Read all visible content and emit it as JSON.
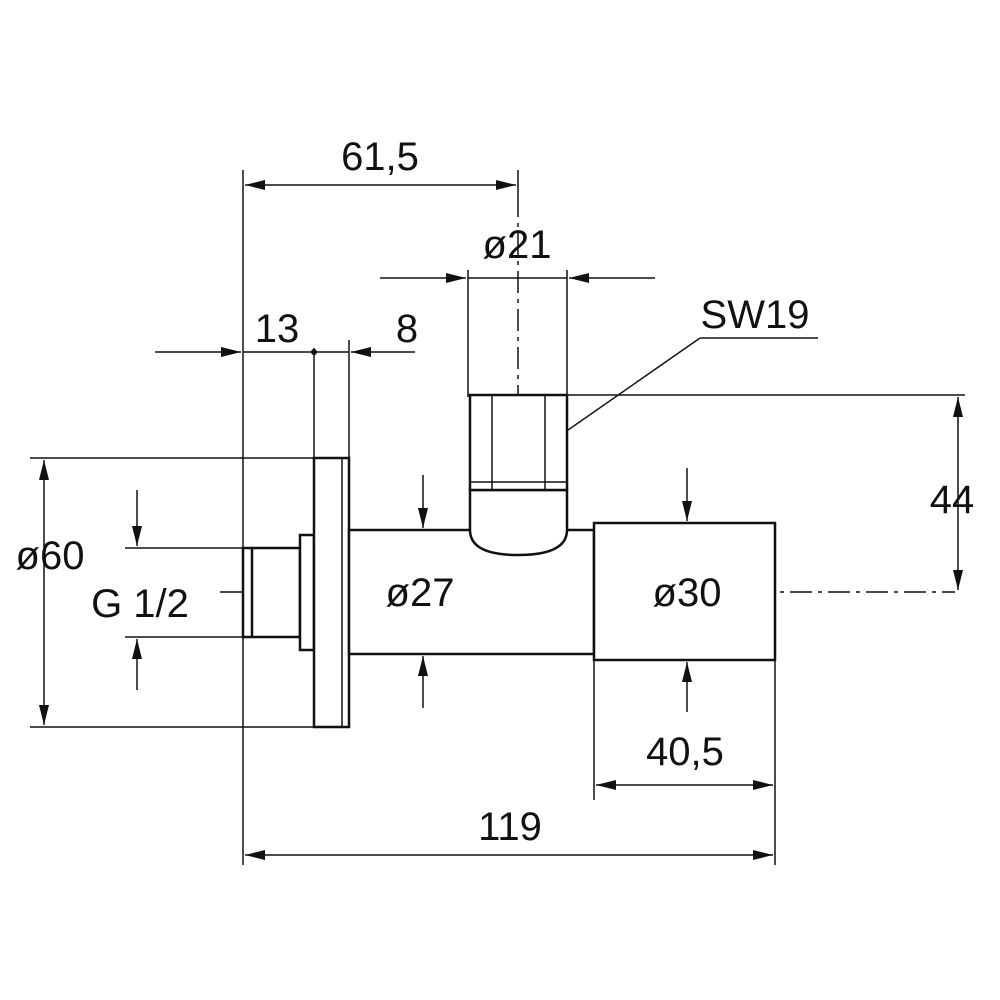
{
  "diagram": {
    "type": "technical dimension drawing",
    "line_color": "#111111",
    "background": "#ffffff"
  },
  "dimensions": {
    "overall_length": "119",
    "inlet_to_outlet_axis": "61,5",
    "wall_rosette_depth": "13",
    "rosette_thickness": "8",
    "outlet_diameter": "ø21",
    "wrench_size": "SW19",
    "outlet_height": "44",
    "rosette_diameter": "ø60",
    "thread": "G 1/2",
    "body_diameter": "ø27",
    "handle_diameter": "ø30",
    "handle_length": "40,5"
  }
}
